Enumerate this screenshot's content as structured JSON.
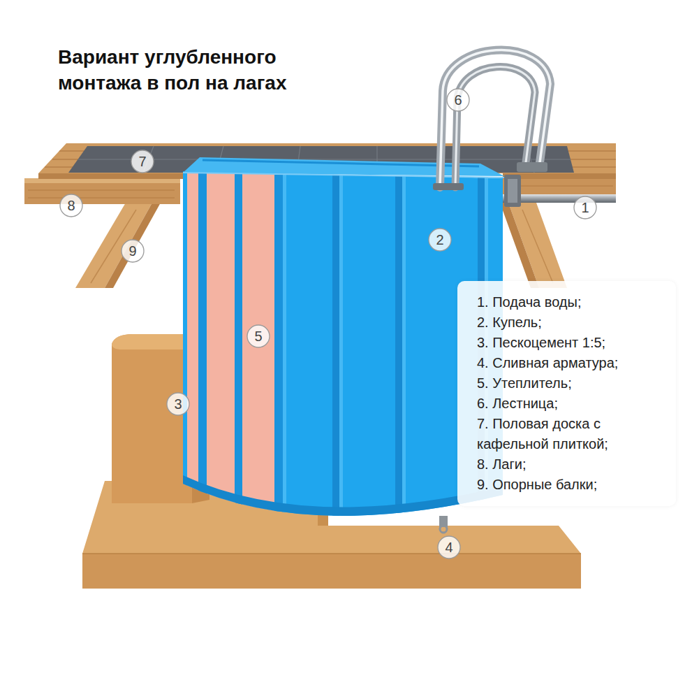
{
  "diagram": {
    "title": "Вариант углубленного монтажа в пол на лагах",
    "nodes": [
      {
        "text": [
          "6"
        ]
      },
      {
        "text": [
          "7"
        ]
      },
      {
        "text": [
          "8"
        ]
      },
      {
        "text": [
          "1"
        ]
      },
      {
        "text": [
          "2"
        ]
      },
      {
        "text": [
          "9"
        ]
      },
      {
        "text": [
          "5"
        ]
      },
      {
        "text": [
          "3"
        ]
      },
      {
        "text": [
          "1. Подача воды;",
          "2. Купель;",
          "3. Пескоцемент 1:5;",
          "4. Сливная арматура;",
          "5. Утеплитель;",
          "6. Лестница;",
          "7. Половая доска с кафельной плиткой;",
          "8. Лаги;",
          "9. Опорные балки;"
        ]
      },
      {
        "text": [
          "4"
        ]
      }
    ]
  }
}
